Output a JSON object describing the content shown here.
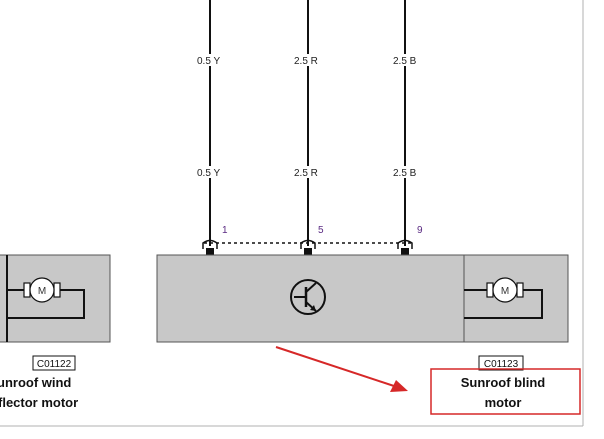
{
  "wires": [
    {
      "upper_label": "0.5 Y",
      "lower_label": "0.5 Y",
      "pin": "1"
    },
    {
      "upper_label": "2.5 R",
      "lower_label": "2.5 R",
      "pin": "5"
    },
    {
      "upper_label": "2.5 B",
      "lower_label": "2.5 B",
      "pin": "9"
    }
  ],
  "left_component": {
    "connector_id": "C01122",
    "caption_line1": "unroof wind",
    "caption_line2": "flector motor",
    "motor_symbol": "M"
  },
  "right_component": {
    "connector_id": "C01123",
    "caption_line1": "Sunroof blind",
    "caption_line2": "motor",
    "motor_symbol": "M",
    "inner_icon": "transistor-icon"
  },
  "colors": {
    "module_fill": "#c8c8c8",
    "highlight": "#d62828",
    "pin_label": "#5a2a82"
  }
}
